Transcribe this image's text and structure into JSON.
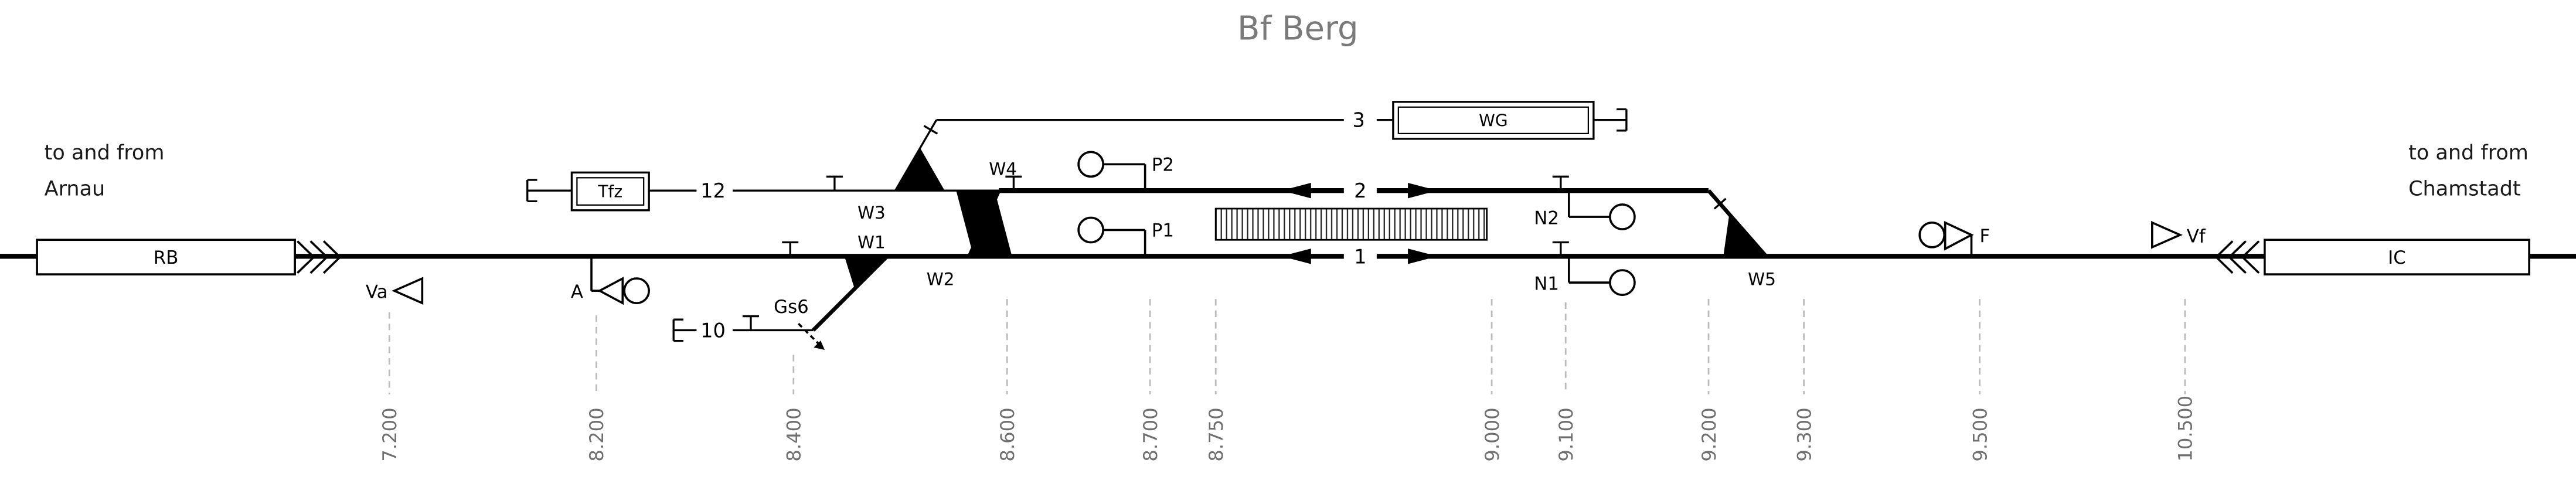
{
  "title": "Bf Berg",
  "notes": {
    "left": {
      "line1": "to and from",
      "line2": "Arnau"
    },
    "right": {
      "line1": "to and from",
      "line2": "Chamstadt"
    }
  },
  "trains": {
    "left_label": "RB",
    "right_label": "IC"
  },
  "buildings": {
    "tfz_label": "Tfz",
    "wg_label": "WG"
  },
  "track_numbers": {
    "track1": "1",
    "track2": "2",
    "track3": "3",
    "track10": "10",
    "track12": "12"
  },
  "switch_labels": {
    "w1": "W1",
    "w2": "W2",
    "w3": "W3",
    "w4": "W4",
    "w5": "W5"
  },
  "signal_labels": {
    "va": "Va",
    "a": "A",
    "gs6": "Gs6",
    "p1": "P1",
    "p2": "P2",
    "n1": "N1",
    "n2": "N2",
    "f": "F",
    "vf": "Vf"
  },
  "km_markers": [
    "7.200",
    "8.200",
    "8.400",
    "8.600",
    "8.700",
    "8.750",
    "9.000",
    "9.100",
    "9.200",
    "9.300",
    "9.500",
    "10.500"
  ],
  "colors": {
    "track": "#000000",
    "muted_text": "#6e6e6e",
    "grid": "#bbbbbb",
    "title": "#7a7a7a"
  }
}
